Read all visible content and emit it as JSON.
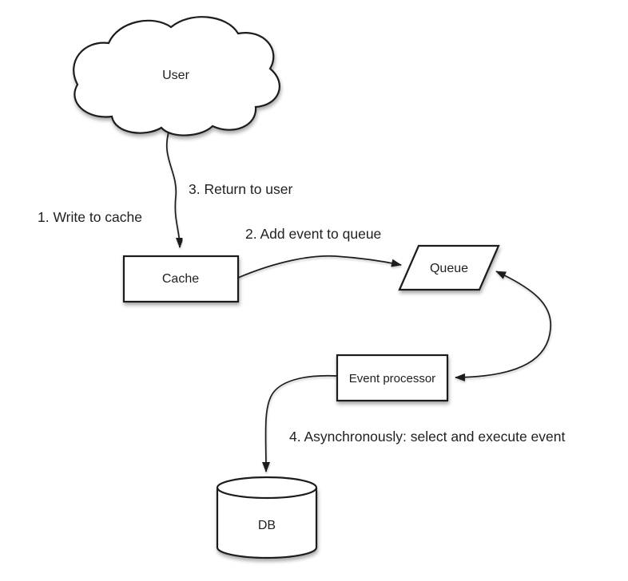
{
  "diagram": {
    "nodes": {
      "user": {
        "label": "User",
        "shape": "cloud"
      },
      "cache": {
        "label": "Cache",
        "shape": "rectangle"
      },
      "queue": {
        "label": "Queue",
        "shape": "parallelogram"
      },
      "event_processor": {
        "label": "Event processor",
        "shape": "rectangle"
      },
      "db": {
        "label": "DB",
        "shape": "cylinder"
      }
    },
    "edges": {
      "user_cache": {
        "arrowhead_at": "cache",
        "labels": {
          "write": "1. Write to cache",
          "return": "3. Return to user"
        }
      },
      "cache_queue": {
        "arrowhead_at": "queue",
        "label": "2. Add event to queue"
      },
      "queue_event_processor": {
        "arrowhead_at": "both"
      },
      "event_processor_db": {
        "arrowhead_at": "db",
        "label": "4. Asynchronously: select and execute event"
      }
    }
  },
  "colors": {
    "stroke": "#1c1c1c",
    "node_fill": "#ffffff",
    "text": "#1f1f1f",
    "background": "#ffffff"
  }
}
